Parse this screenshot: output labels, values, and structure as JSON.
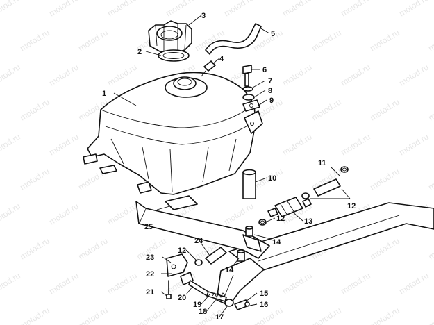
{
  "watermark": {
    "text": "motod.ru"
  },
  "callouts": [
    {
      "id": "c1",
      "label": "1"
    },
    {
      "id": "c2",
      "label": "2"
    },
    {
      "id": "c3",
      "label": "3"
    },
    {
      "id": "c4",
      "label": "4"
    },
    {
      "id": "c5",
      "label": "5"
    },
    {
      "id": "c6",
      "label": "6"
    },
    {
      "id": "c7",
      "label": "7"
    },
    {
      "id": "c8",
      "label": "8"
    },
    {
      "id": "c9",
      "label": "9"
    },
    {
      "id": "c10",
      "label": "10"
    },
    {
      "id": "c11",
      "label": "11"
    },
    {
      "id": "c12a",
      "label": "12"
    },
    {
      "id": "c12b",
      "label": "12"
    },
    {
      "id": "c12c",
      "label": "12"
    },
    {
      "id": "c13",
      "label": "13"
    },
    {
      "id": "c14a",
      "label": "14"
    },
    {
      "id": "c14b",
      "label": "14"
    },
    {
      "id": "c15",
      "label": "15"
    },
    {
      "id": "c16",
      "label": "16"
    },
    {
      "id": "c17",
      "label": "17"
    },
    {
      "id": "c18",
      "label": "18"
    },
    {
      "id": "c19",
      "label": "19"
    },
    {
      "id": "c20",
      "label": "20"
    },
    {
      "id": "c21",
      "label": "21"
    },
    {
      "id": "c22",
      "label": "22"
    },
    {
      "id": "c23",
      "label": "23"
    },
    {
      "id": "c24",
      "label": "24"
    },
    {
      "id": "c25",
      "label": "25"
    }
  ]
}
